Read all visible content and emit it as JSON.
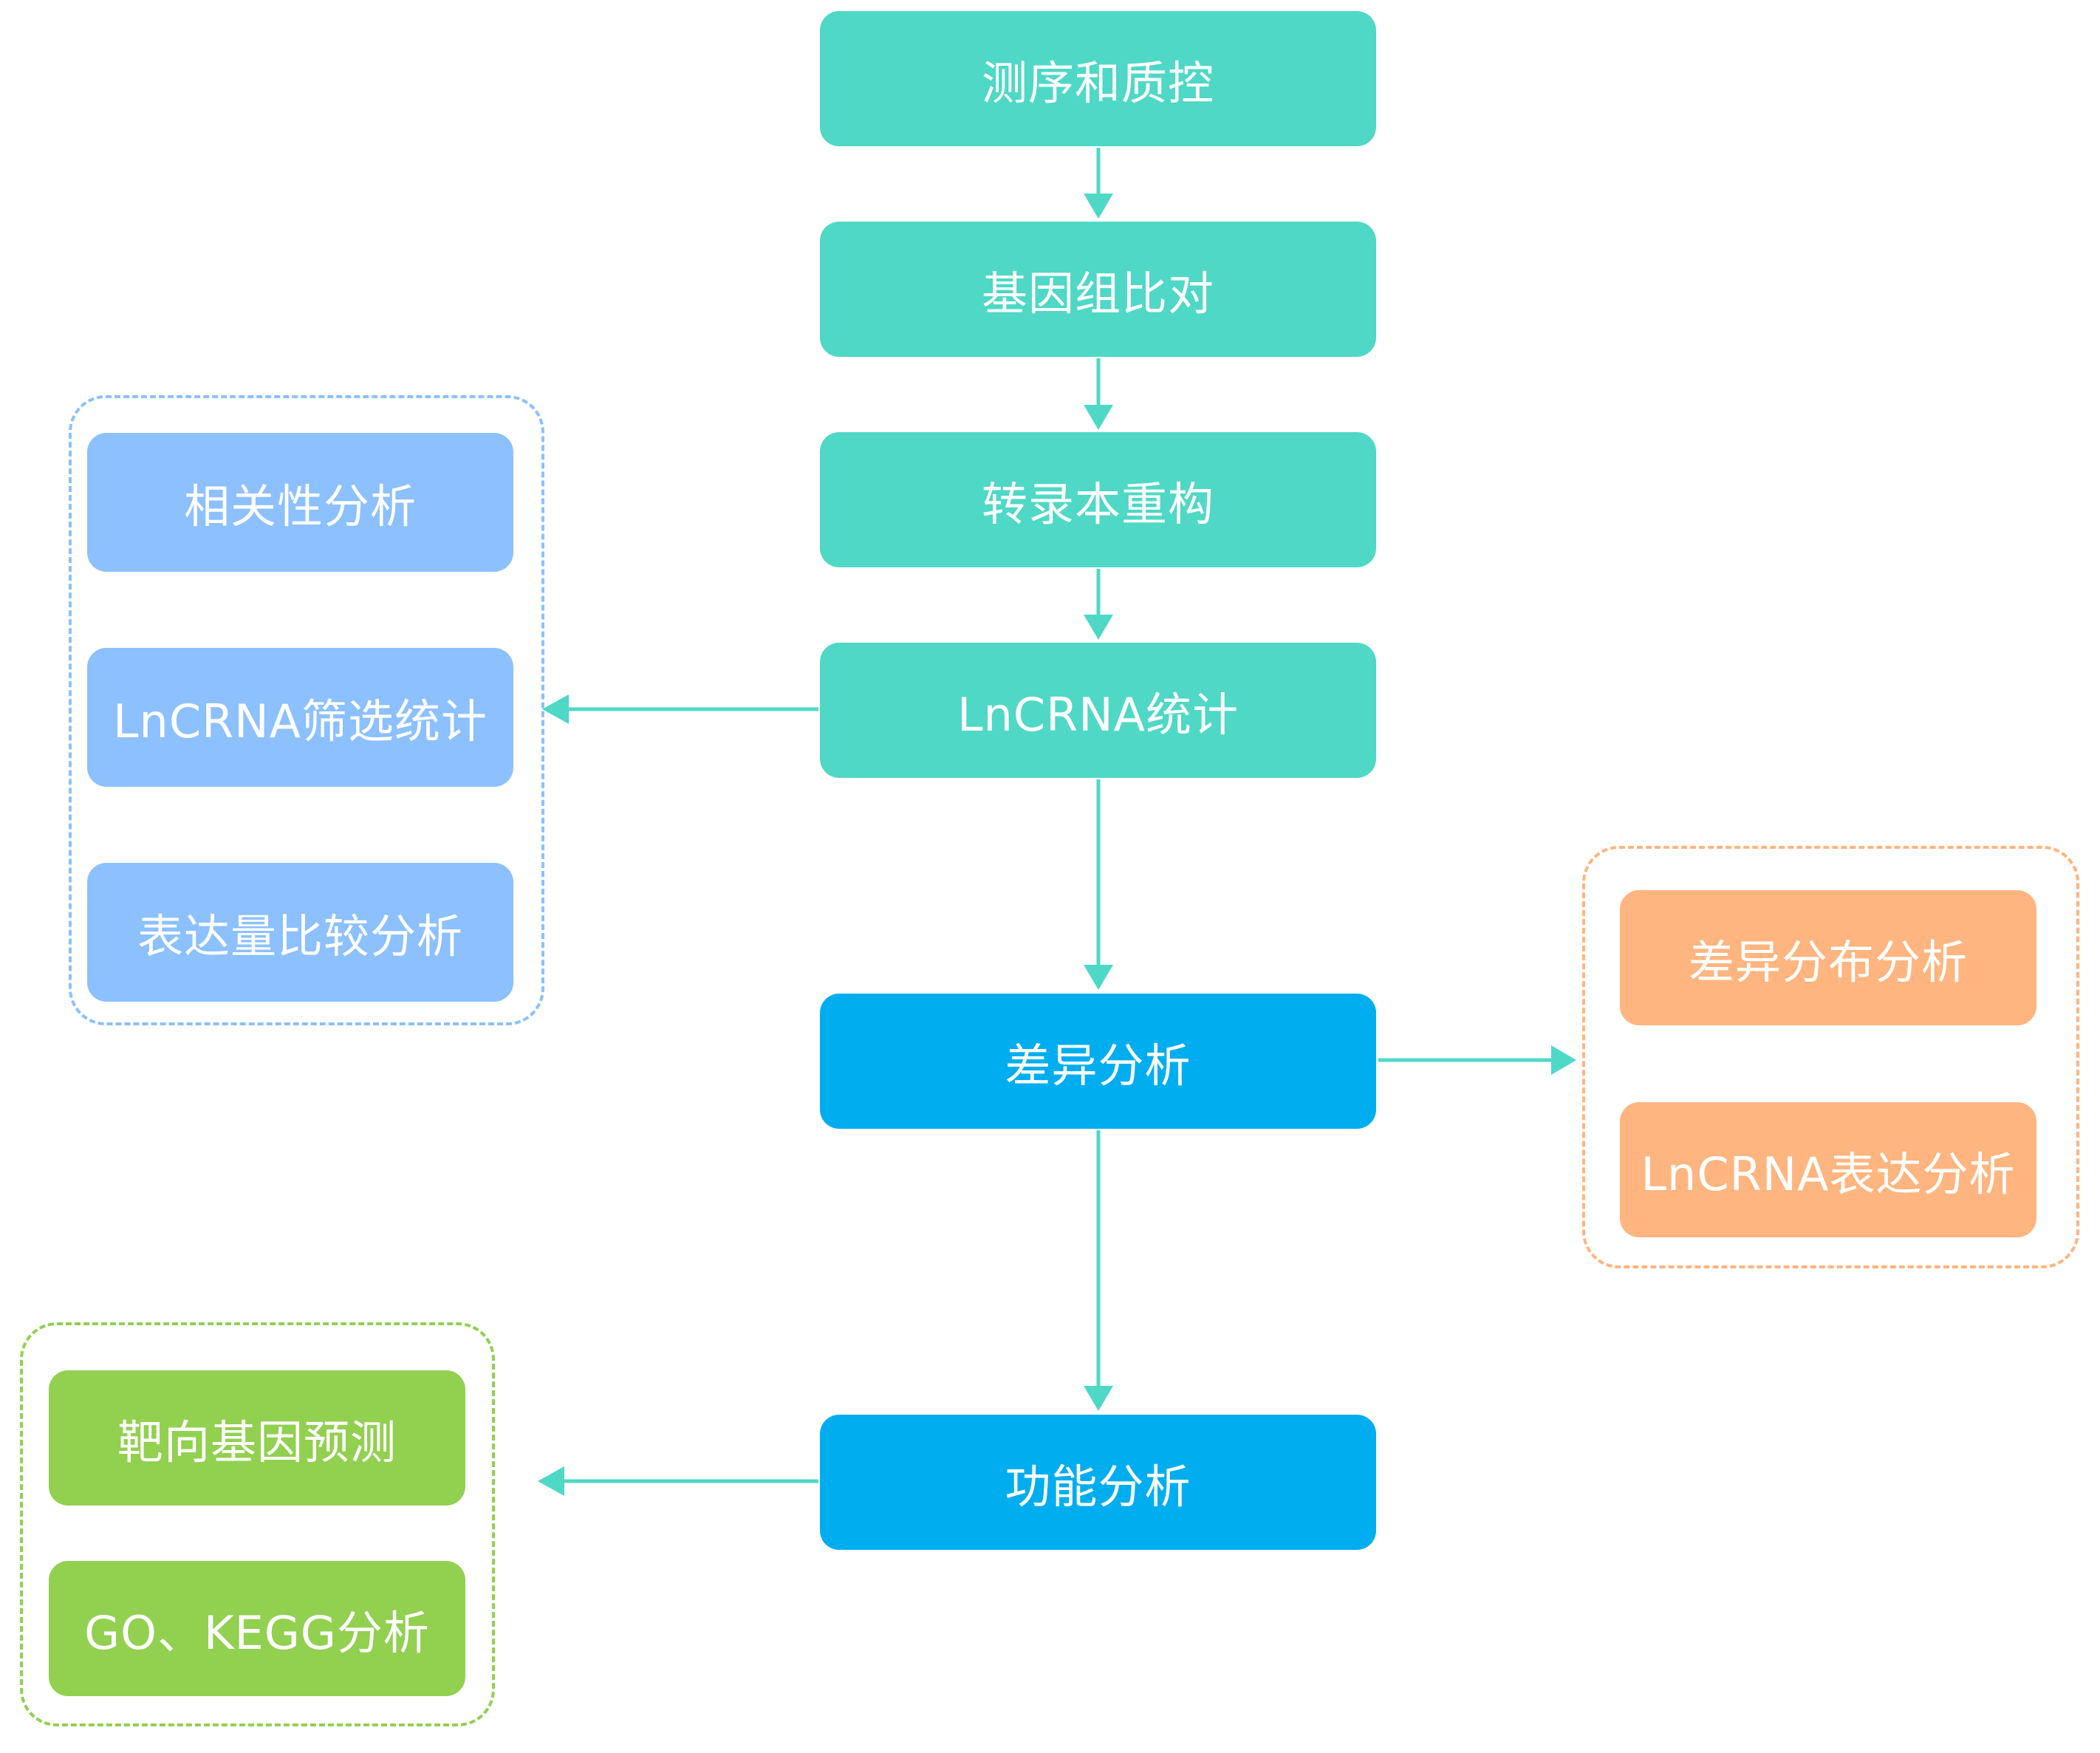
{
  "colors": {
    "teal": "#4FD8C6",
    "blue": "#00AEEF",
    "light_blue": "#8CC0FF",
    "orange": "#FFB57F",
    "green": "#92D050",
    "arrow": "#4FD8C6",
    "frame_blue": "#8CC0FF",
    "frame_orange": "#FFB57F",
    "frame_green": "#92D050"
  },
  "main_flow": {
    "step1": "测序和质控",
    "step2": "基因组比对",
    "step3": "转录本重构",
    "step4": "LnCRNA统计",
    "step5": "差异分析",
    "step6": "功能分析"
  },
  "left_group": {
    "item1": "相关性分析",
    "item2": "LnCRNA筛选统计",
    "item3": "表达量比较分析"
  },
  "right_group": {
    "item1": "差异分布分析",
    "item2": "LnCRNA表达分析"
  },
  "bottom_left_group": {
    "item1": "靶向基因预测",
    "item2": "GO、KEGG分析"
  }
}
